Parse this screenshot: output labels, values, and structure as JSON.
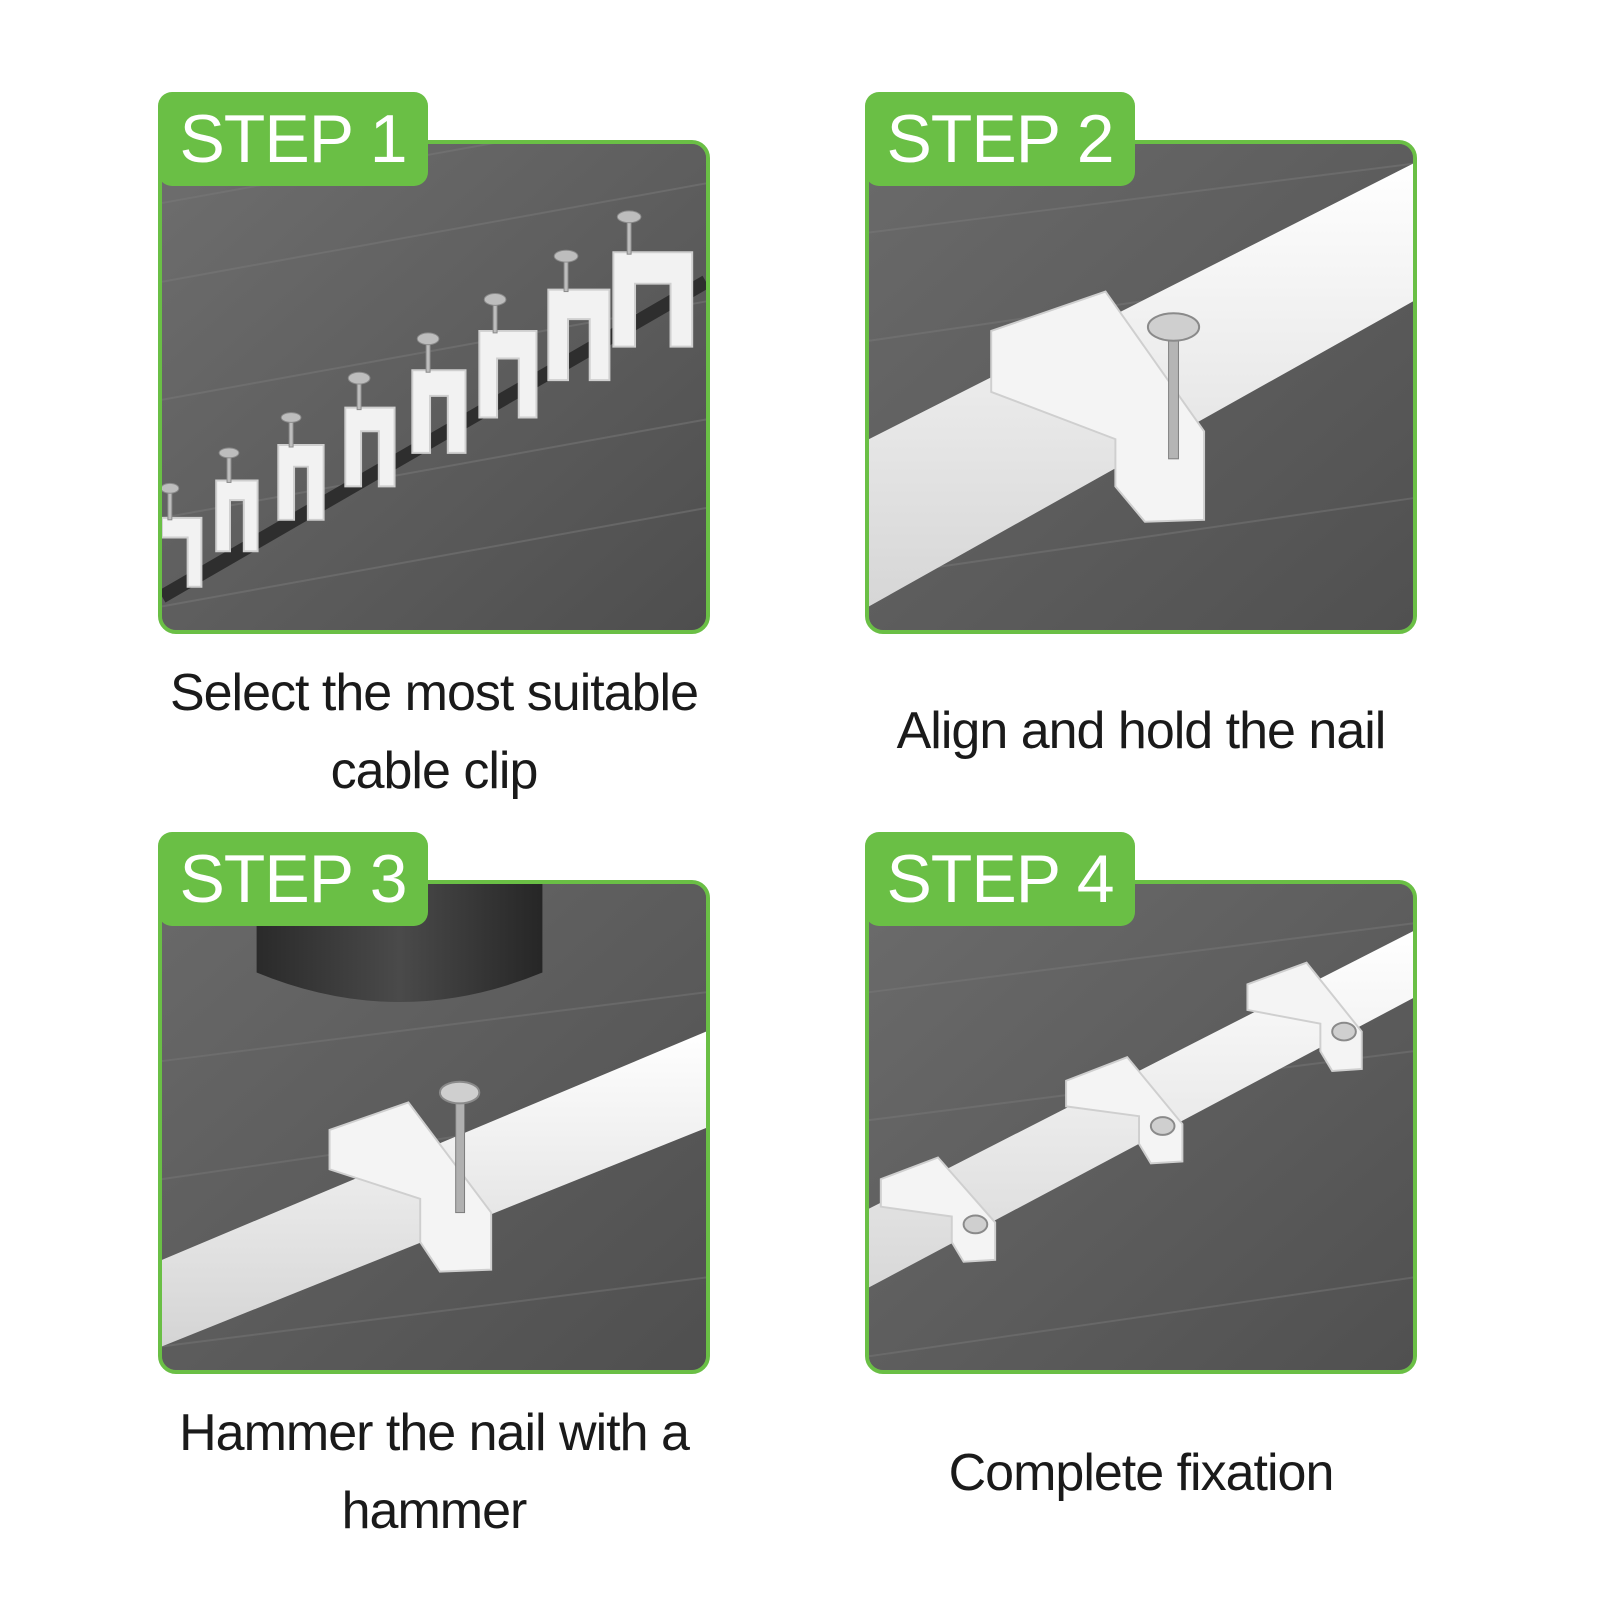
{
  "colors": {
    "badge": "#6abf45",
    "caption_text": "#1a1a1a",
    "surface": "#5f5f5f",
    "clip": "#f2f2f2"
  },
  "steps": [
    {
      "badge": "STEP 1",
      "caption": "Select the most suitable cable clip"
    },
    {
      "badge": "STEP 2",
      "caption": "Align and hold the nail"
    },
    {
      "badge": "STEP 3",
      "caption": "Hammer the nail with a hammer"
    },
    {
      "badge": "STEP 4",
      "caption": "Complete fixation"
    }
  ]
}
